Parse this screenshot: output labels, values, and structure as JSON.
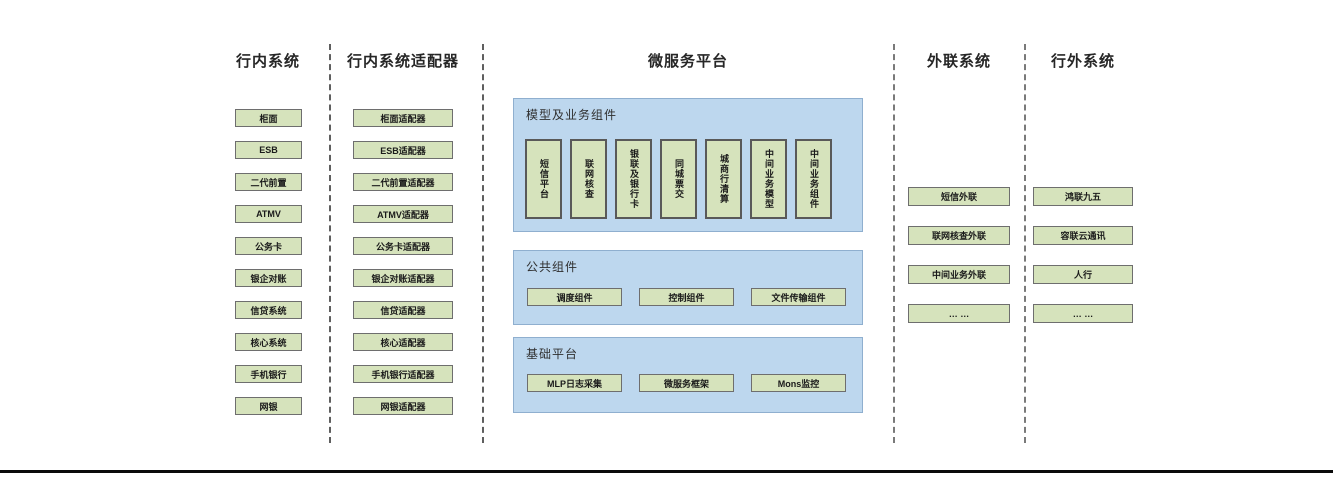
{
  "headers": {
    "internal": "行内系统",
    "adapter": "行内系统适配器",
    "platform": "微服务平台",
    "outlink": "外联系统",
    "external": "行外系统"
  },
  "internal_systems": {
    "items": [
      "柜面",
      "ESB",
      "二代前置",
      "ATMV",
      "公务卡",
      "银企对账",
      "信贷系统",
      "核心系统",
      "手机银行",
      "网银"
    ]
  },
  "adapters": {
    "items": [
      "柜面适配器",
      "ESB适配器",
      "二代前置适配器",
      "ATMV适配器",
      "公务卡适配器",
      "银企对账适配器",
      "信贷适配器",
      "核心适配器",
      "手机银行适配器",
      "网银适配器"
    ]
  },
  "platform": {
    "model_section": {
      "title": "模型及业务组件",
      "items": [
        "短信平台",
        "联网核查",
        "银联及银行卡",
        "同城票交",
        "城商行清算",
        "中间业务模型",
        "中间业务组件"
      ]
    },
    "common_section": {
      "title": "公共组件",
      "items": [
        "调度组件",
        "控制组件",
        "文件传输组件"
      ]
    },
    "base_section": {
      "title": "基础平台",
      "items": [
        "MLP日志采集",
        "微服务框架",
        "Mons监控"
      ]
    }
  },
  "outlink_systems": {
    "items": [
      "短信外联",
      "联网核查外联",
      "中间业务外联",
      "… …"
    ]
  },
  "external_systems": {
    "items": [
      "鸿联九五",
      "容联云通讯",
      "人行",
      "… …"
    ]
  },
  "colors": {
    "box_fill": "#d6e3bc",
    "box_border": "#6e6e6e",
    "panel_fill": "#bdd7ee",
    "panel_border": "#8fafcf",
    "divider": "#5f5f5f",
    "bottom_rule": "#0a0a0a"
  }
}
